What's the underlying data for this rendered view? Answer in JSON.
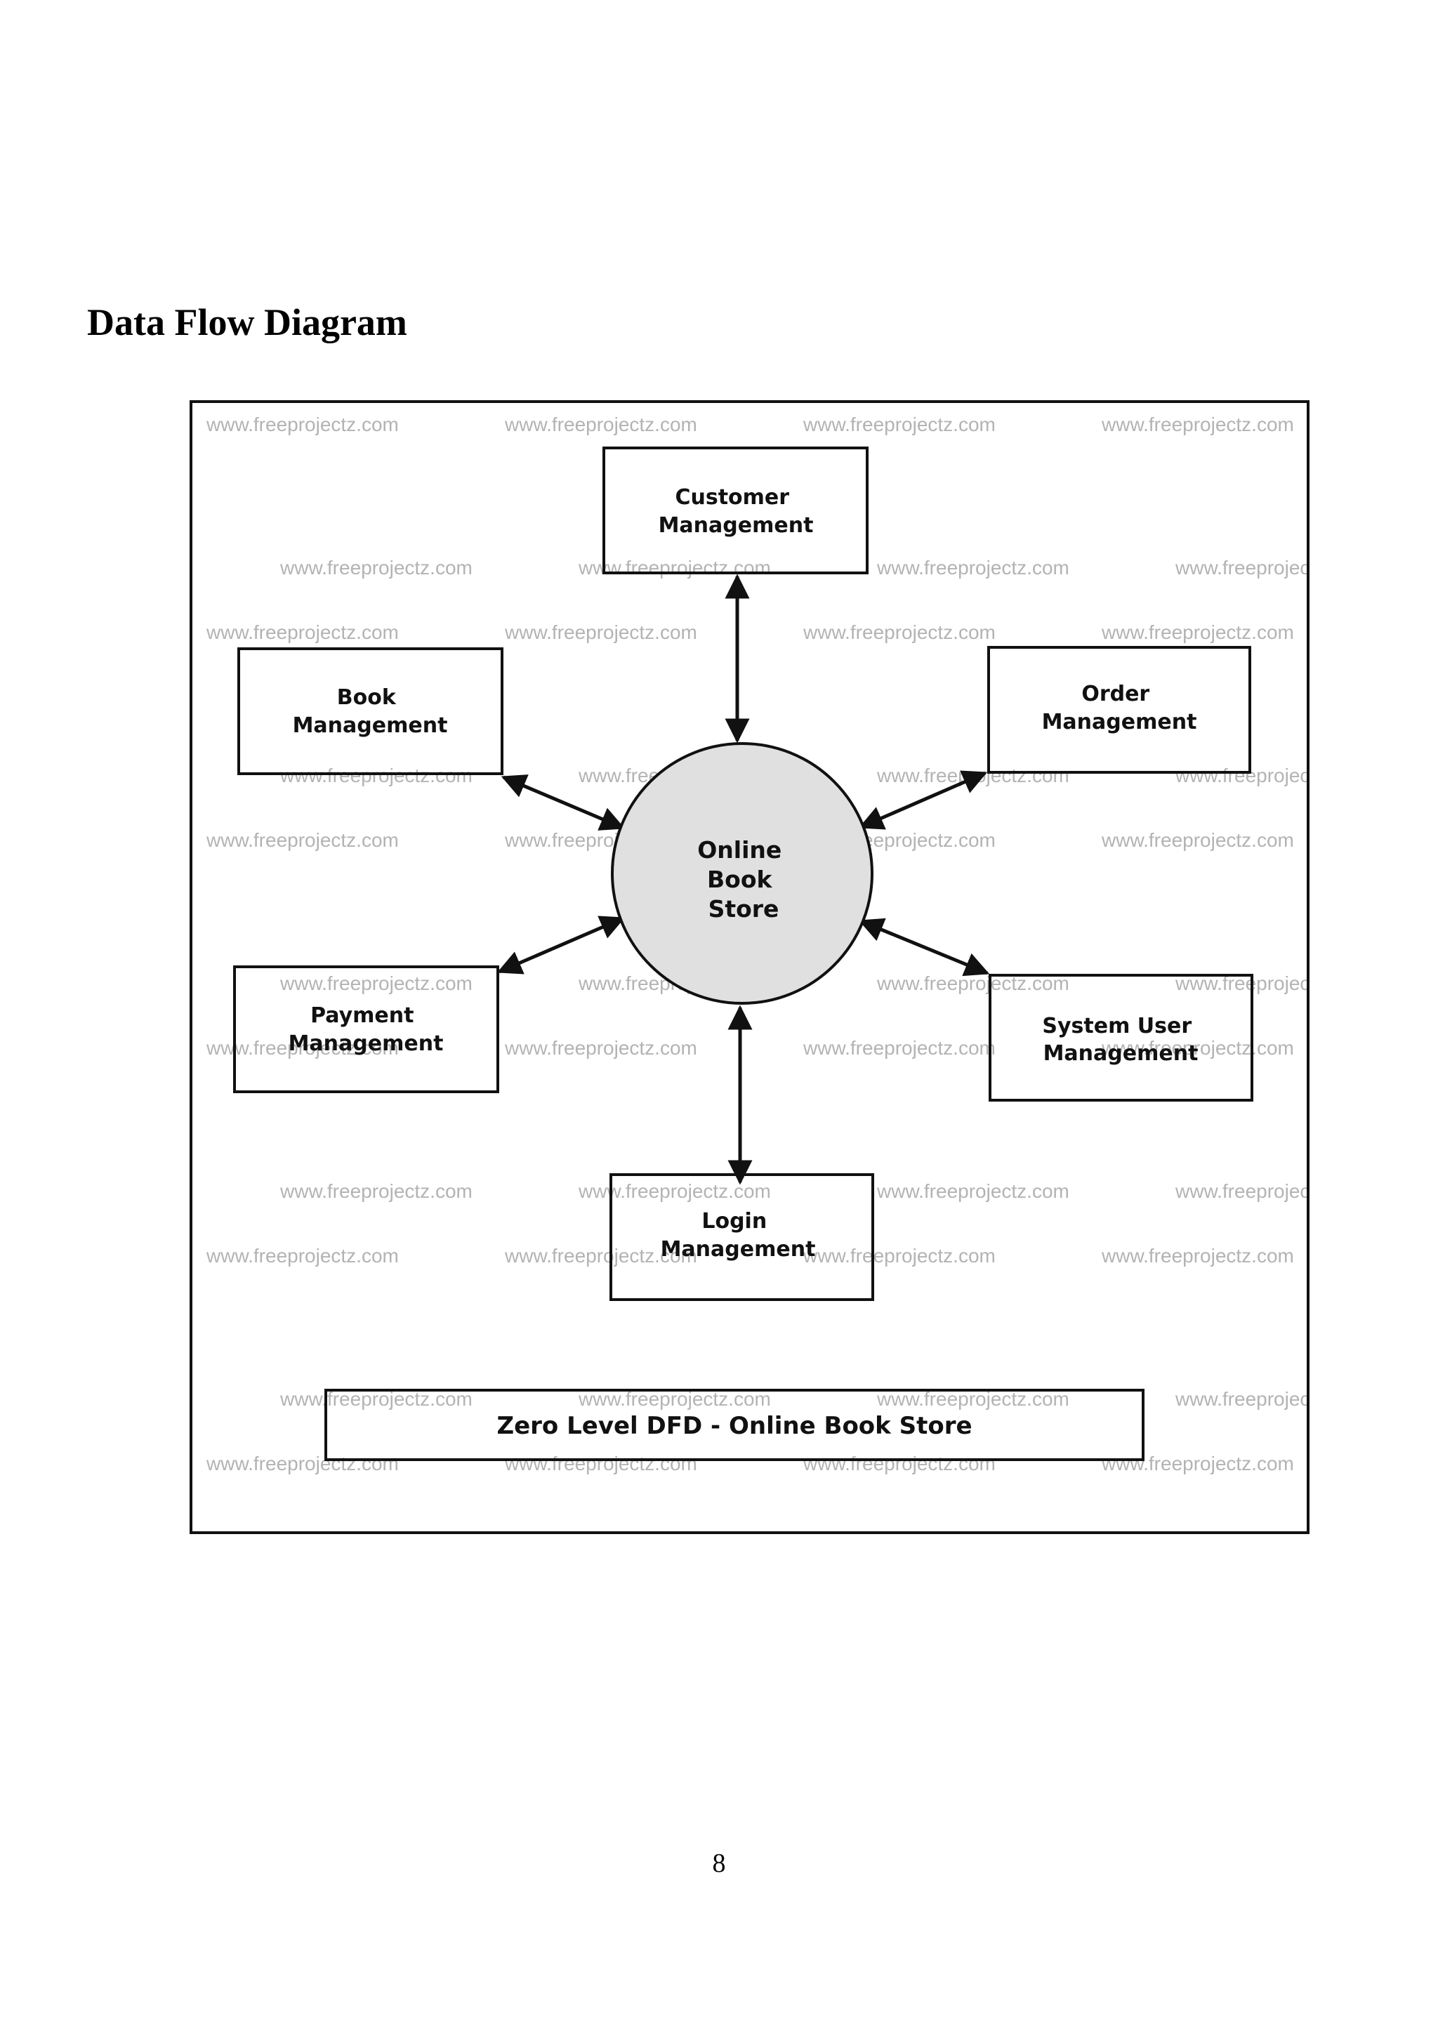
{
  "page": {
    "heading": "Data Flow Diagram",
    "page_number": "8"
  },
  "diagram": {
    "watermark": "www.freeprojectz.com",
    "central_process": {
      "lines": [
        "Online",
        "Book",
        "Store"
      ]
    },
    "entities": [
      {
        "id": "customer",
        "lines": [
          "Customer",
          "Management"
        ]
      },
      {
        "id": "book",
        "lines": [
          "Book",
          "Management"
        ]
      },
      {
        "id": "order",
        "lines": [
          "Order",
          "Management"
        ]
      },
      {
        "id": "payment",
        "lines": [
          "Payment",
          "Management"
        ]
      },
      {
        "id": "system-user",
        "lines": [
          "System User",
          "Management"
        ]
      },
      {
        "id": "login",
        "lines": [
          "Login",
          "Management"
        ]
      }
    ],
    "flows": [
      {
        "from": "customer",
        "to": "central",
        "direction": "both"
      },
      {
        "from": "book",
        "to": "central",
        "direction": "both"
      },
      {
        "from": "order",
        "to": "central",
        "direction": "both"
      },
      {
        "from": "payment",
        "to": "central",
        "direction": "both"
      },
      {
        "from": "system-user",
        "to": "central",
        "direction": "both"
      },
      {
        "from": "login",
        "to": "central",
        "direction": "both"
      }
    ],
    "caption": "Zero Level DFD - Online Book Store",
    "colors": {
      "stroke": "#111111",
      "central_fill": "#e0e0e0",
      "watermark": "#9a9a9a"
    }
  }
}
